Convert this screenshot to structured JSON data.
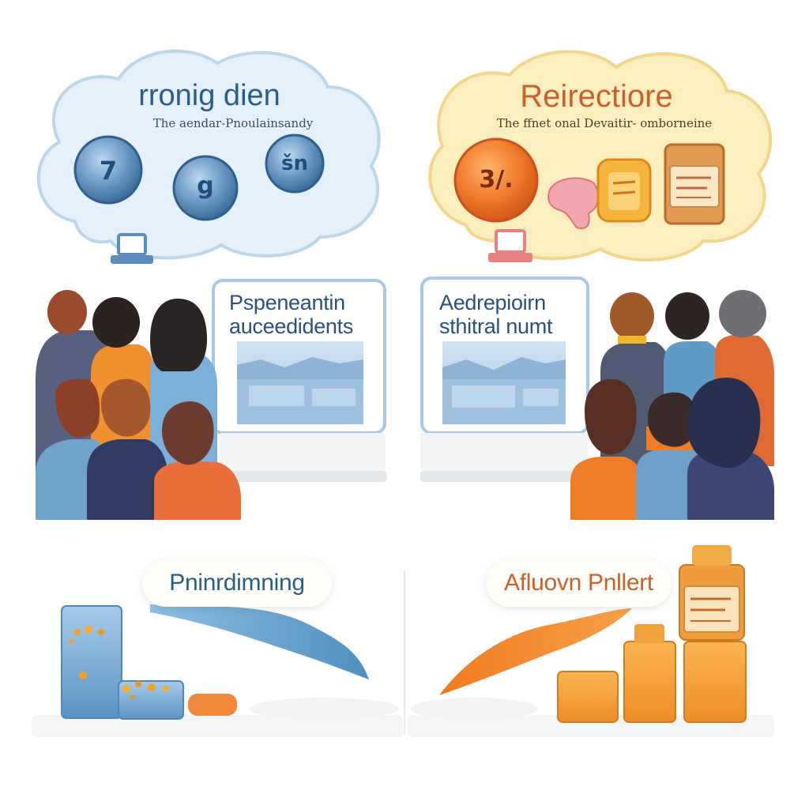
{
  "top_left": {
    "title": "rronig dien",
    "subtitle": "The aendar-Pnoulainsandy",
    "balls": [
      "7",
      "g",
      "šn"
    ]
  },
  "top_right": {
    "title": "Reirectiore",
    "subtitle": "The ffnet onal Devaitir- omborneine",
    "ball": "3/."
  },
  "screen_left": {
    "line1": "Pspeneantin",
    "line2": "auceedidents"
  },
  "screen_right": {
    "line1": "Aedrepioirn",
    "line2": "sthitral numt"
  },
  "bottom_left": {
    "label": "Pninrdimning"
  },
  "bottom_right": {
    "label": "Afluovn Pnllert"
  },
  "colors": {
    "blue_cloud": "#e4f0fa",
    "yellow_cloud": "#fdeec0",
    "accent_blue": "#2b5d8c",
    "accent_orange": "#c8622a"
  },
  "icons": [
    "laptop-icon",
    "laptop-icon",
    "jar-icon",
    "shoe-icon",
    "bread-icon"
  ]
}
